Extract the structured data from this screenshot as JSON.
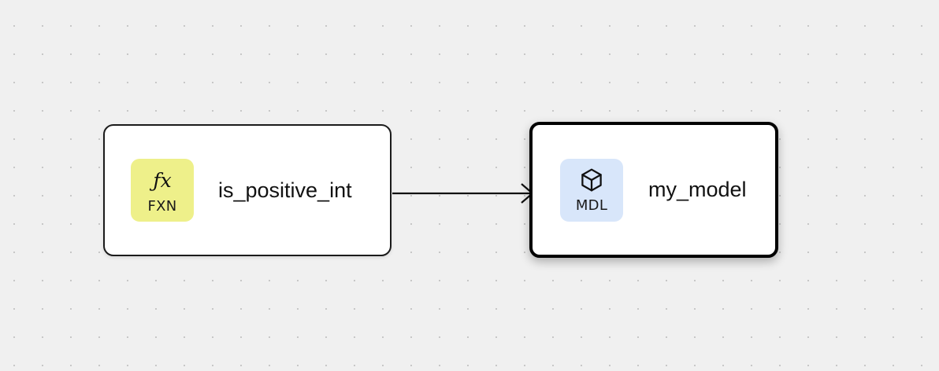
{
  "canvas": {
    "background_color": "#f0f0f0",
    "dot_color": "#bdbdbd",
    "grid_spacing": 36
  },
  "nodes": [
    {
      "id": "is_positive_int",
      "title": "is_positive_int",
      "badge": {
        "glyph": "ƒx",
        "glyph_name": "function-glyph",
        "label": "FXN",
        "color": "#eef08a"
      },
      "selected": false,
      "border_color": "#1b1b1b"
    },
    {
      "id": "my_model",
      "title": "my_model",
      "badge": {
        "glyph": "cube",
        "glyph_name": "cube-icon",
        "label": "MDL",
        "color": "#d8e6fa"
      },
      "selected": true,
      "border_color": "#000000"
    }
  ],
  "edges": [
    {
      "id": "edge-fxn-to-mdl",
      "source": "is_positive_int",
      "target": "my_model",
      "color": "#111111",
      "arrowhead": "open-chevron"
    }
  ]
}
